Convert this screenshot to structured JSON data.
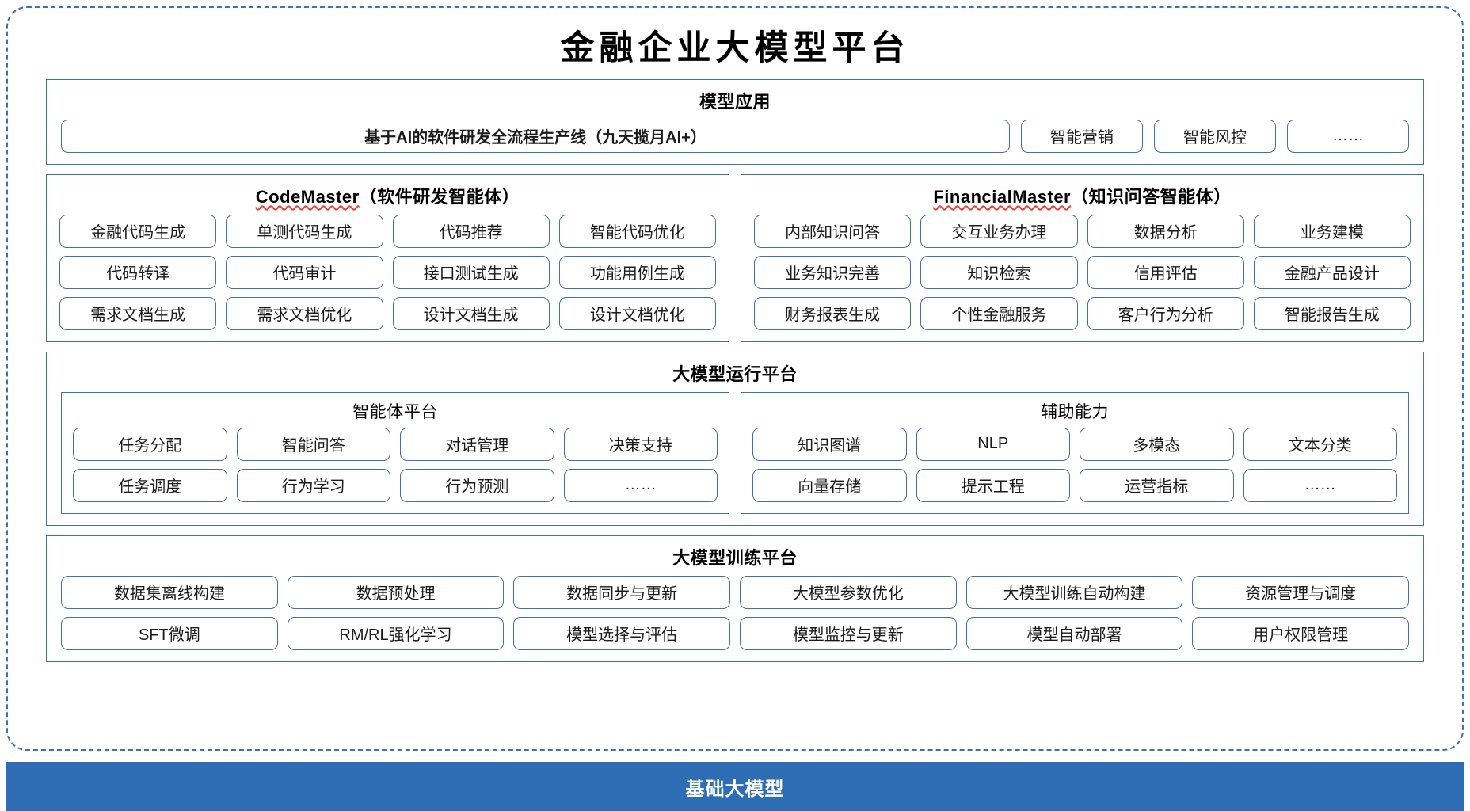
{
  "title": "金融企业大模型平台",
  "colors": {
    "accent_border": "#3F6FB5",
    "base_bar_bg": "#2E6DB4",
    "spellcheck_underline": "#E8453C"
  },
  "application_layer": {
    "heading": "模型应用",
    "primary_item": "基于AI的软件研发全流程生产线（九天揽月AI+）",
    "items": [
      "智能营销",
      "智能风控",
      "……"
    ]
  },
  "agents": [
    {
      "name_en": "CodeMaster",
      "name_cn": "（软件研发智能体）",
      "spellchecked": true,
      "items": [
        "金融代码生成",
        "单测代码生成",
        "代码推荐",
        "智能代码优化",
        "代码转译",
        "代码审计",
        "接口测试生成",
        "功能用例生成",
        "需求文档生成",
        "需求文档优化",
        "设计文档生成",
        "设计文档优化"
      ]
    },
    {
      "name_en": "FinancialMaster",
      "name_cn": "（知识问答智能体）",
      "spellchecked": true,
      "items": [
        "内部知识问答",
        "交互业务办理",
        "数据分析",
        "业务建模",
        "业务知识完善",
        "知识检索",
        "信用评估",
        "金融产品设计",
        "财务报表生成",
        "个性金融服务",
        "客户行为分析",
        "智能报告生成"
      ]
    }
  ],
  "runtime_platform": {
    "heading": "大模型运行平台",
    "subpanels": [
      {
        "heading": "智能体平台",
        "items": [
          "任务分配",
          "智能问答",
          "对话管理",
          "决策支持",
          "任务调度",
          "行为学习",
          "行为预测",
          "……"
        ]
      },
      {
        "heading": "辅助能力",
        "items": [
          "知识图谱",
          "NLP",
          "多模态",
          "文本分类",
          "向量存储",
          "提示工程",
          "运营指标",
          "……"
        ]
      }
    ]
  },
  "training_platform": {
    "heading": "大模型训练平台",
    "items": [
      "数据集离线构建",
      "数据预处理",
      "数据同步与更新",
      "大模型参数优化",
      "大模型训练自动构建",
      "资源管理与调度",
      "SFT微调",
      "RM/RL强化学习",
      "模型选择与评估",
      "模型监控与更新",
      "模型自动部署",
      "用户权限管理"
    ]
  },
  "base_model_bar": {
    "label": "基础大模型"
  }
}
